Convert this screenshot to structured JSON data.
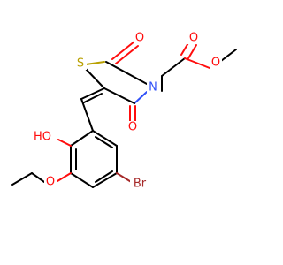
{
  "molecule": {
    "atoms": {
      "O_ketone_upper": {
        "label": "O",
        "color": "#ff0d0d"
      },
      "S_ring": {
        "label": "S",
        "color": "#b8a000"
      },
      "N_ring": {
        "label": "N",
        "color": "#3050f8"
      },
      "O_ketone_lower": {
        "label": "O",
        "color": "#ff0d0d"
      },
      "O_ester_carbonyl": {
        "label": "O",
        "color": "#ff0d0d"
      },
      "O_ester_methoxy": {
        "label": "O",
        "color": "#ff0d0d"
      },
      "HO_phenol": {
        "label": "HO",
        "color": "#ff0d0d"
      },
      "O_ethoxy": {
        "label": "O",
        "color": "#ff0d0d"
      },
      "Br": {
        "label": "Br",
        "color": "#a62929"
      }
    }
  }
}
